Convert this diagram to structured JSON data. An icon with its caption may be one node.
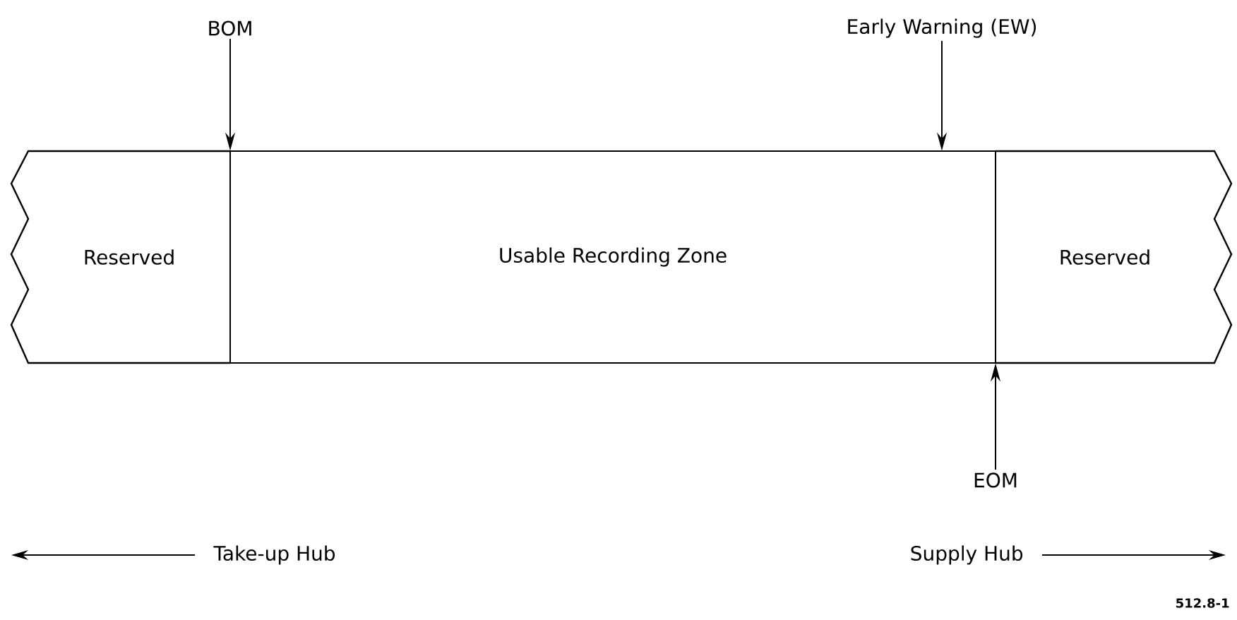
{
  "diagram": {
    "nodes": [
      {
        "text": [
          "Reserved"
        ]
      },
      {
        "text": [
          "Usable Recording Zone"
        ]
      },
      {
        "text": [
          "Reserved"
        ]
      },
      {
        "text": [
          "BOM"
        ]
      },
      {
        "text": [
          "Early Warning (EW)"
        ]
      },
      {
        "text": [
          "EOM"
        ]
      }
    ],
    "edges": [
      {
        "from": 3,
        "to": 1,
        "arrow": "to"
      },
      {
        "from": 4,
        "to": 1,
        "arrow": "to"
      },
      {
        "from": 5,
        "to": 2,
        "arrow": "to"
      }
    ],
    "labels": [
      "Take-up Hub",
      "Supply Hub",
      "512.8-1"
    ]
  }
}
